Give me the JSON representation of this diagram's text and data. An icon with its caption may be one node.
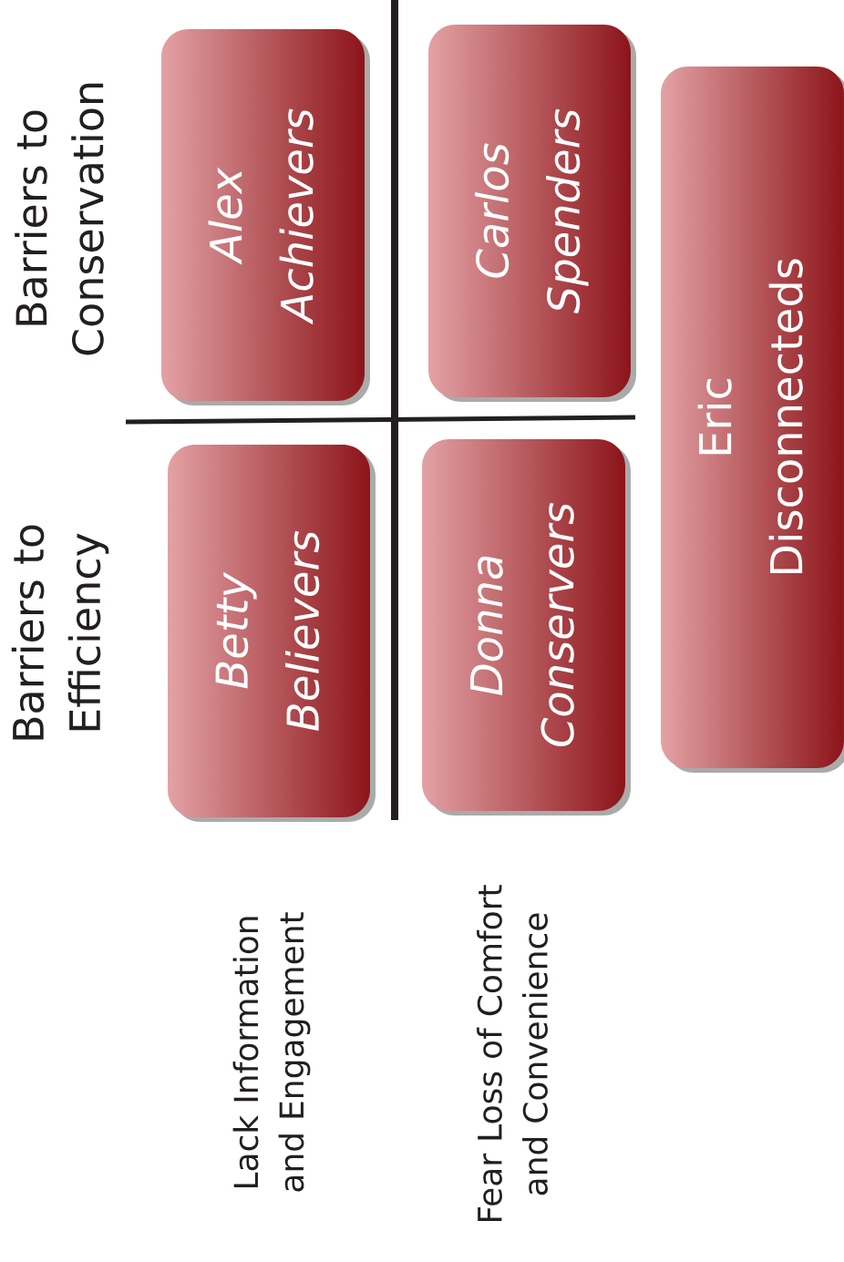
{
  "diagram": {
    "nodes": [
      {
        "text": [
          "Alex",
          "Achievers"
        ]
      },
      {
        "text": [
          "Carlos",
          "Spenders"
        ]
      },
      {
        "text": [
          "Eric",
          "Disconnecteds"
        ]
      },
      {
        "text": [
          "Betty",
          "Believers"
        ]
      },
      {
        "text": [
          "Donna",
          "Conservers"
        ]
      }
    ],
    "edges": [],
    "labels": [
      "Barriers to Conservation",
      "Barriers to Efficiency",
      "Lack Information and Engagement",
      "Fear Loss of Comfort and Convenience"
    ]
  }
}
